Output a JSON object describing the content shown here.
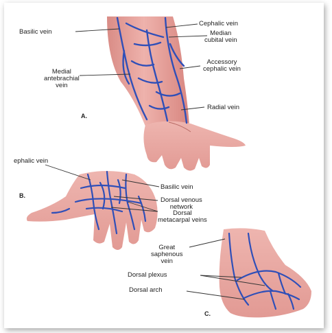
{
  "labels": {
    "basilic_top": "Basilic vein",
    "cephalic_top": "Cephalic vein",
    "median_cubital": [
      "Median",
      "cubital vein"
    ],
    "medial_antebrachial": [
      "Medial",
      "antebrachial",
      "vein"
    ],
    "accessory_cephalic": [
      "Accessory",
      "cephalic vein"
    ],
    "radial": "Radial vein",
    "section_a": "A.",
    "cephalic_b": "ephalic vein",
    "section_b": "B.",
    "basilic_b": "Basilic vein",
    "dorsal_venous_network": [
      "Dorsal venous",
      "network"
    ],
    "dorsal_metacarpal": [
      "Dorsal",
      "metacarpal veins"
    ],
    "great_saphenous": [
      "Great",
      "saphenous",
      "vein"
    ],
    "dorsal_plexus": "Dorsal plexus",
    "dorsal_arch": "Dorsal arch",
    "section_c": "C."
  },
  "colors": {
    "skin": "#e9a5a0",
    "skin_shadow": "#d8847f",
    "vein": "#2f4fb8",
    "line": "#333333"
  }
}
